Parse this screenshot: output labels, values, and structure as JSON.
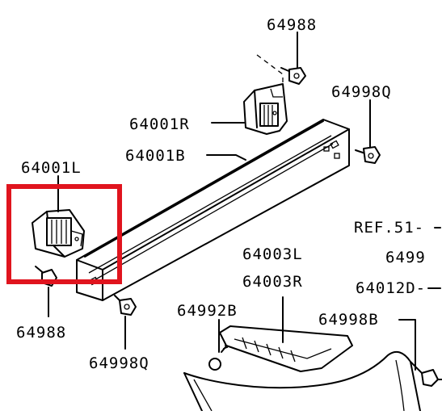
{
  "labels": {
    "l1": "64988",
    "l2": "64998Q",
    "l3": "64001R",
    "l4": "64001B",
    "l5": "64001L",
    "l6": "REF.51-",
    "l7": "6499",
    "l8": "64003L",
    "l9": "64003R",
    "l10": "64012D-",
    "l11": "64992B",
    "l12": "64998B",
    "l13": "64988",
    "l14": "64998Q"
  },
  "highlight": {
    "color": "#e0141e"
  },
  "colors": {
    "line": "#000000",
    "background": "#ffffff"
  }
}
